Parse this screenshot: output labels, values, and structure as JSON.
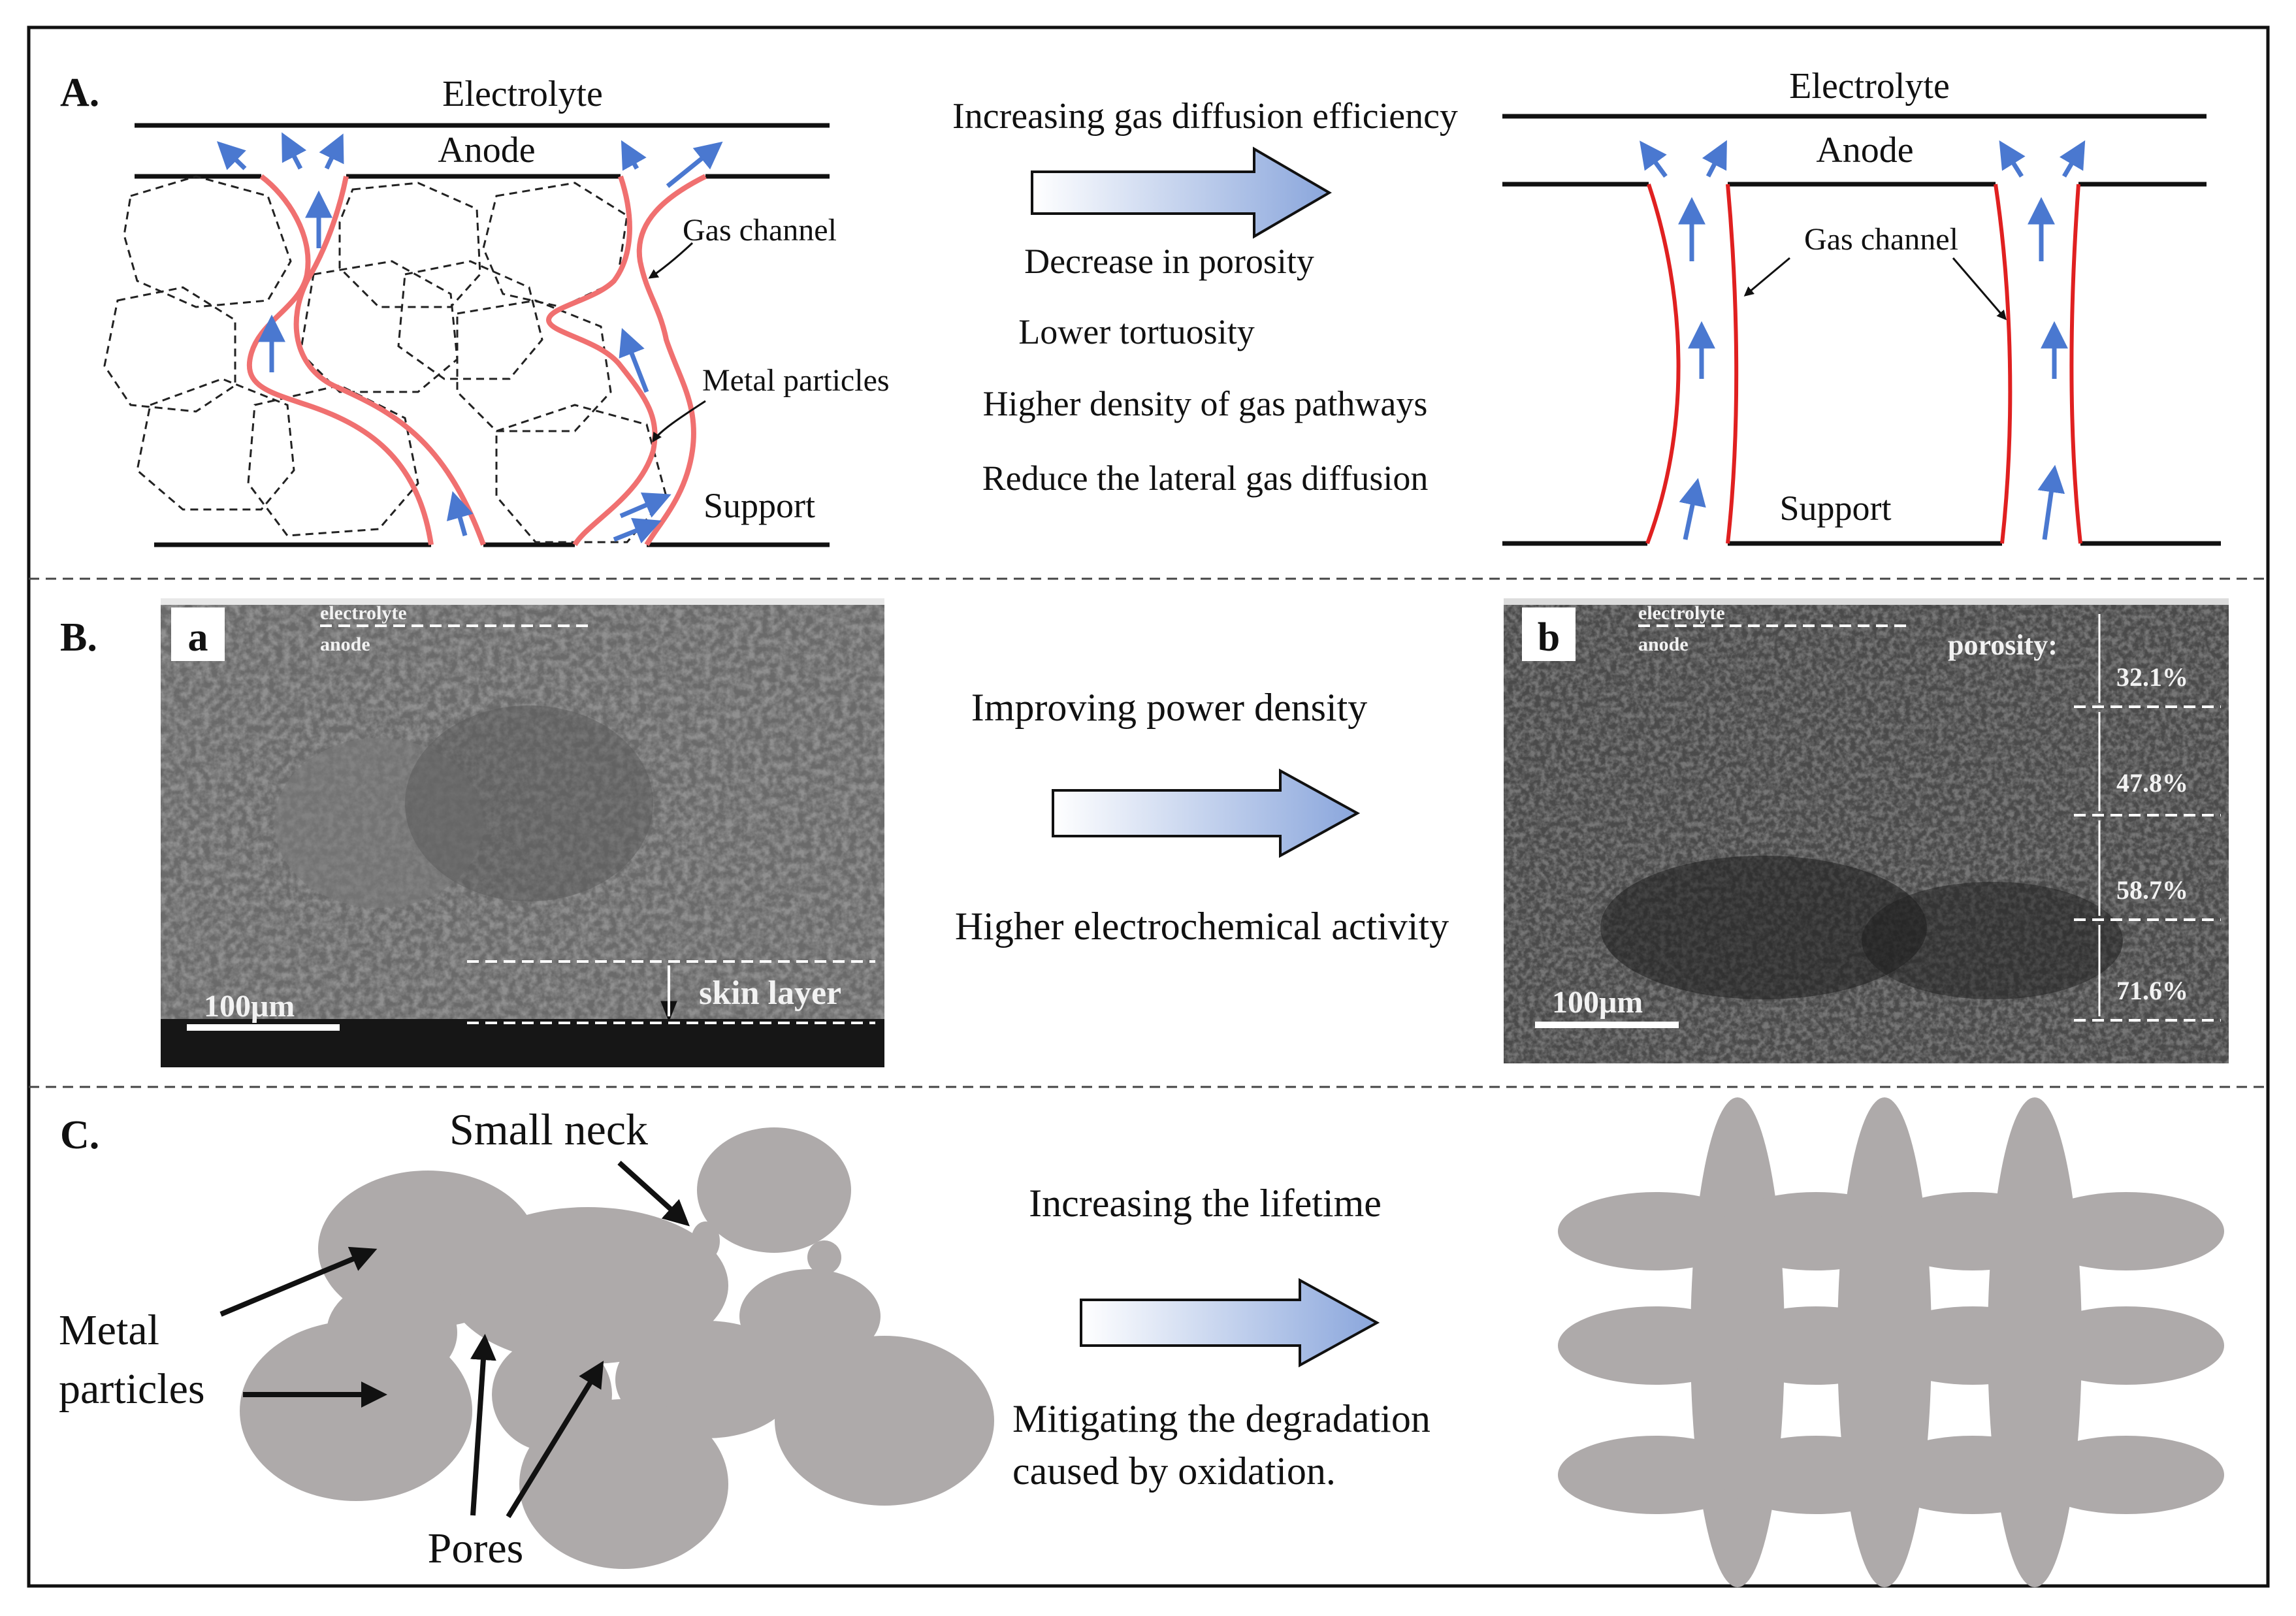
{
  "panels": {
    "A": {
      "label": "A.",
      "left": {
        "electrolyte": "Electrolyte",
        "anode": "Anode",
        "gas_channel": "Gas channel",
        "metal_particles": "Metal particles",
        "support": "Support"
      },
      "middle": {
        "top_text": "Increasing gas diffusion efficiency",
        "points": [
          "Decrease in porosity",
          "Lower tortuosity",
          "Higher density of gas pathways",
          "Reduce the lateral gas diffusion"
        ]
      },
      "right": {
        "electrolyte": "Electrolyte",
        "anode": "Anode",
        "gas_channel": "Gas channel",
        "support": "Support"
      }
    },
    "B": {
      "label": "B.",
      "image_a": {
        "tag": "a",
        "electrolyte": "electrolyte",
        "anode": "anode",
        "scale": "100μm",
        "skin_layer": "skin layer"
      },
      "middle": {
        "top_text": "Improving power density",
        "bottom_text": "Higher electrochemical activity"
      },
      "image_b": {
        "tag": "b",
        "electrolyte": "electrolyte",
        "anode": "anode",
        "porosity_label": "porosity:",
        "porosities": [
          "32.1%",
          "47.8%",
          "58.7%",
          "71.6%"
        ],
        "scale": "100μm"
      }
    },
    "C": {
      "label": "C.",
      "small_neck": "Small neck",
      "metal_particles_line1": "Metal",
      "metal_particles_line2": "particles",
      "pores": "Pores",
      "middle": {
        "top_text": "Increasing the lifetime",
        "bottom_line1": "Mitigating the degradation",
        "bottom_line2": "caused by oxidation."
      }
    }
  },
  "colors": {
    "channel_red": "#f07070",
    "channel_red_dark": "#e02020",
    "flow_arrow_blue": "#4a78d0",
    "particle_gray": "#aeaaaa",
    "big_arrow_gradient_start": "#ffffff",
    "big_arrow_gradient_end": "#8aa6dc",
    "sem_background": "#5a5a5a"
  },
  "icons": [
    "gradient-right-arrow-icon",
    "flow-arrow-icon"
  ]
}
